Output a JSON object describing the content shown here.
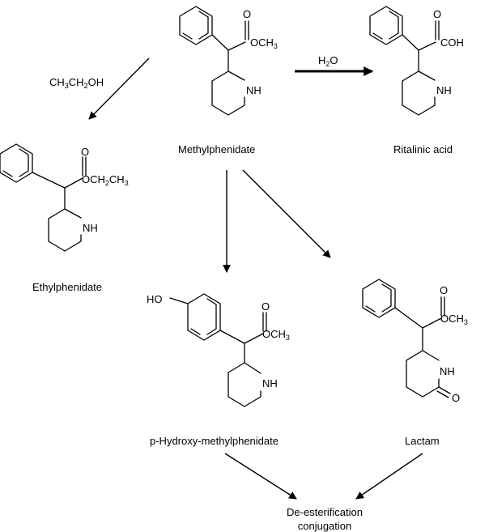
{
  "labels": {
    "methylphenidate": "Methylphenidate",
    "ritalinic_acid": "Ritalinic acid",
    "ethylphenidate": "Ethylphenidate",
    "p_hydroxy": "p-Hydroxy-methylphenidate",
    "lactam": "Lactam",
    "final_line1": "De-esterification",
    "final_line2": "conjugation"
  },
  "reagents": {
    "ethanol": [
      "CH",
      "3",
      "CH",
      "2",
      "OH"
    ],
    "water": [
      "H",
      "2",
      "O"
    ]
  },
  "atoms": {
    "o": "O",
    "nh": "NH",
    "ho": "HO",
    "c": "C",
    "och3": [
      "OCH",
      "3"
    ],
    "och2ch3": [
      "OCH",
      "2",
      "CH",
      "3"
    ],
    "oh": "OH"
  }
}
